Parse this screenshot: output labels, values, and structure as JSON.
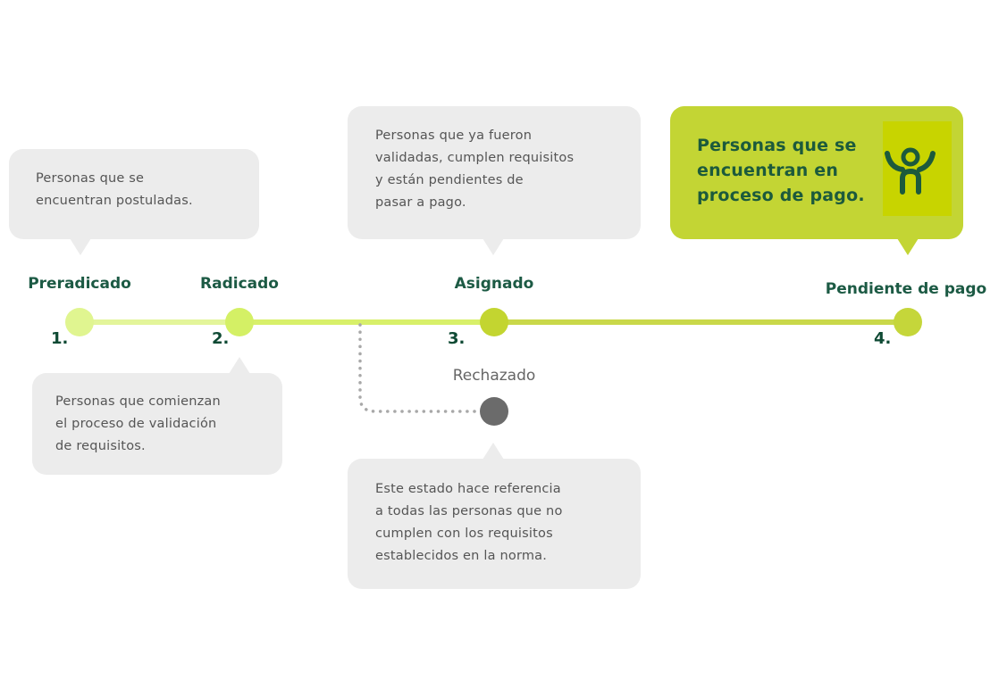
{
  "steps": [
    {
      "number": "1.",
      "label": "Preradicado",
      "description": "Personas que se encuentran postuladas.",
      "lines": [
        "Personas que se",
        "encuentran postuladas."
      ],
      "color": "#e0f590"
    },
    {
      "number": "2.",
      "label": "Radicado",
      "lines": [
        "Personas que comienzan",
        "el proceso de validación",
        "de requisitos."
      ],
      "color": "#d4f065"
    },
    {
      "number": "3.",
      "label": "Asignado",
      "lines": [
        "Personas que ya fueron",
        "validadas, cumplen requisitos",
        "y están pendientes de",
        "pasar a pago."
      ],
      "color": "#c3d530"
    },
    {
      "number": "4.",
      "label": "Pendiente de pago",
      "lines": [
        "Personas que se",
        "encuentran en",
        "proceso de pago."
      ],
      "color": "#c5d63a",
      "icon": "person-arms-up-icon"
    }
  ],
  "rejected": {
    "label": "Rechazado",
    "lines": [
      "Este estado hace referencia",
      "a todas las personas que no",
      "cumplen con los requisitos",
      "establecidos en la norma."
    ],
    "color": "#6b6b6b"
  }
}
